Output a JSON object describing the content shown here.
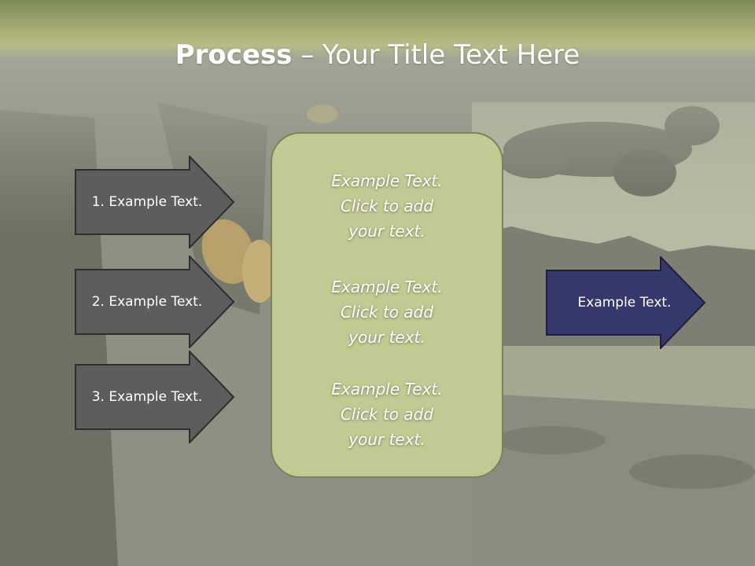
{
  "title": {
    "bold": "Process",
    "rest": " – Your Title Text Here"
  },
  "steps": [
    {
      "label": "1. Example Text."
    },
    {
      "label": "2. Example Text."
    },
    {
      "label": "3. Example Text."
    }
  ],
  "center_box": {
    "paragraphs": [
      {
        "lines": [
          "Example Text.",
          "Click  to add",
          "your text."
        ]
      },
      {
        "lines": [
          "Example Text.",
          "Click  to add",
          "your text."
        ]
      },
      {
        "lines": [
          "Example Text.",
          "Click  to add",
          "your text."
        ]
      }
    ]
  },
  "result": {
    "label": "Example Text."
  },
  "colors": {
    "step_arrow_fill": "#5d5d5d",
    "result_arrow_fill": "#35386a",
    "center_box_fill": "#c3c993",
    "title_band": "#a9ad73"
  }
}
